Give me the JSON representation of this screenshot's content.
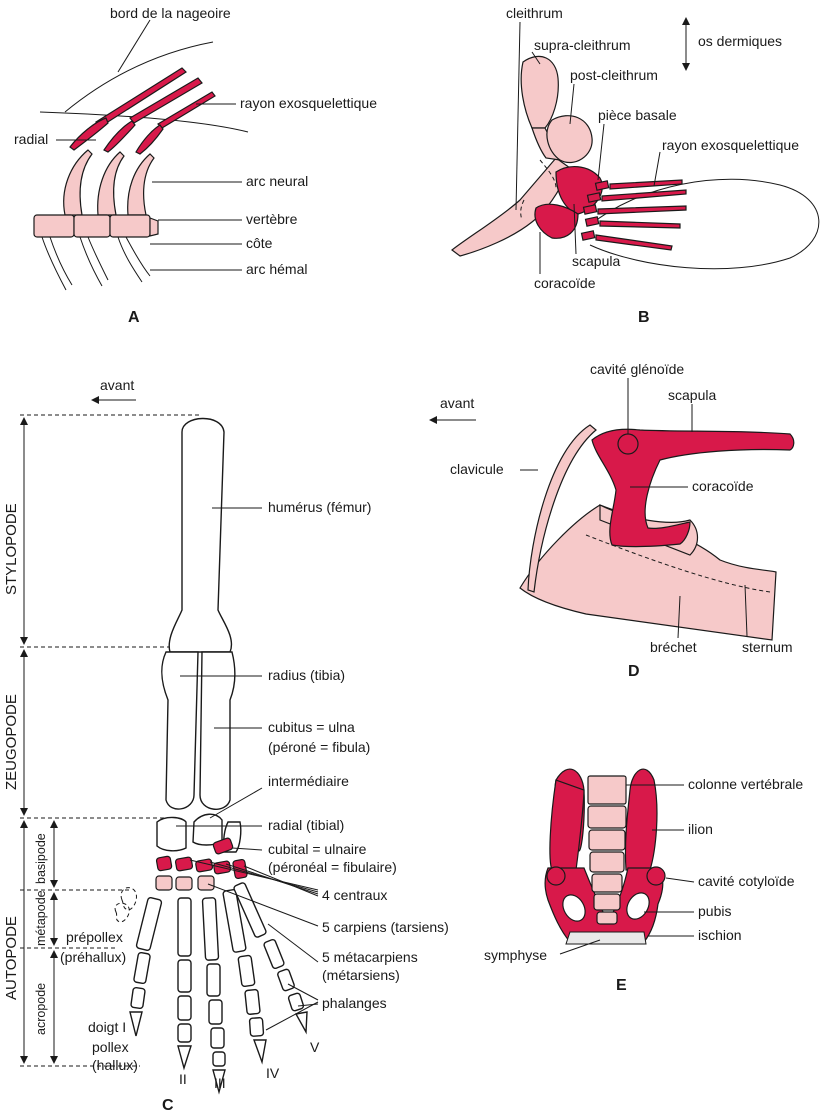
{
  "colors": {
    "pink_bone": "#f6c9c9",
    "red_bone": "#d8194a",
    "outline": "#1a1a1a"
  },
  "panel_a": {
    "letter": "A",
    "labels": {
      "fin_edge": "bord de la nageoire",
      "ray": "rayon exosquelettique",
      "radial": "radial",
      "neural_arch": "arc neural",
      "vertebra": "vertèbre",
      "rib": "côte",
      "haemal_arch": "arc hémal"
    }
  },
  "panel_b": {
    "letter": "B",
    "labels": {
      "cleithrum": "cleithrum",
      "supra_cleithrum": "supra-cleithrum",
      "post_cleithrum": "post-cleithrum",
      "dermal_bones": "os dermiques",
      "basal_piece": "pièce basale",
      "ray": "rayon exosquelettique",
      "scapula": "scapula",
      "coracoid": "coracoïde"
    }
  },
  "panel_c": {
    "letter": "C",
    "forward": "avant",
    "sections": {
      "stylopode": "STYLOPODE",
      "zeugopode": "ZEUGOPODE",
      "autopode": "AUTOPODE",
      "basipode": "basipode",
      "metapode": "métapode",
      "acropode": "acropode"
    },
    "labels": {
      "humerus": "humérus (fémur)",
      "radius": "radius (tibia)",
      "ulna_1": "cubitus = ulna",
      "ulna_2": "(péroné = fibula)",
      "intermediate": "intermédiaire",
      "radiale": "radial (tibial)",
      "ulnare_1": "cubital = ulnaire",
      "ulnare_2": "(péronéal = fibulaire)",
      "centrals": "4 centraux",
      "carpals": "5 carpiens (tarsiens)",
      "metacarpals_1": "5 métacarpiens",
      "metacarpals_2": "(métarsiens)",
      "phalanges": "phalanges",
      "prepollex_1": "prépollex",
      "prepollex_2": "(préhallux)",
      "digit1_1": "doigt I",
      "digit1_2": "pollex",
      "digit1_3": "(hallux)",
      "digit2": "II",
      "digit3": "III",
      "digit4": "IV",
      "digit5": "V"
    }
  },
  "panel_d": {
    "letter": "D",
    "forward": "avant",
    "labels": {
      "glenoid": "cavité glénoïde",
      "scapula": "scapula",
      "clavicle": "clavicule",
      "coracoid": "coracoïde",
      "keel": "bréchet",
      "sternum": "sternum"
    }
  },
  "panel_e": {
    "letter": "E",
    "labels": {
      "spine": "colonne vertébrale",
      "ilium": "ilion",
      "acetabulum": "cavité cotyloïde",
      "pubis": "pubis",
      "ischium": "ischion",
      "symphysis": "symphyse"
    }
  }
}
